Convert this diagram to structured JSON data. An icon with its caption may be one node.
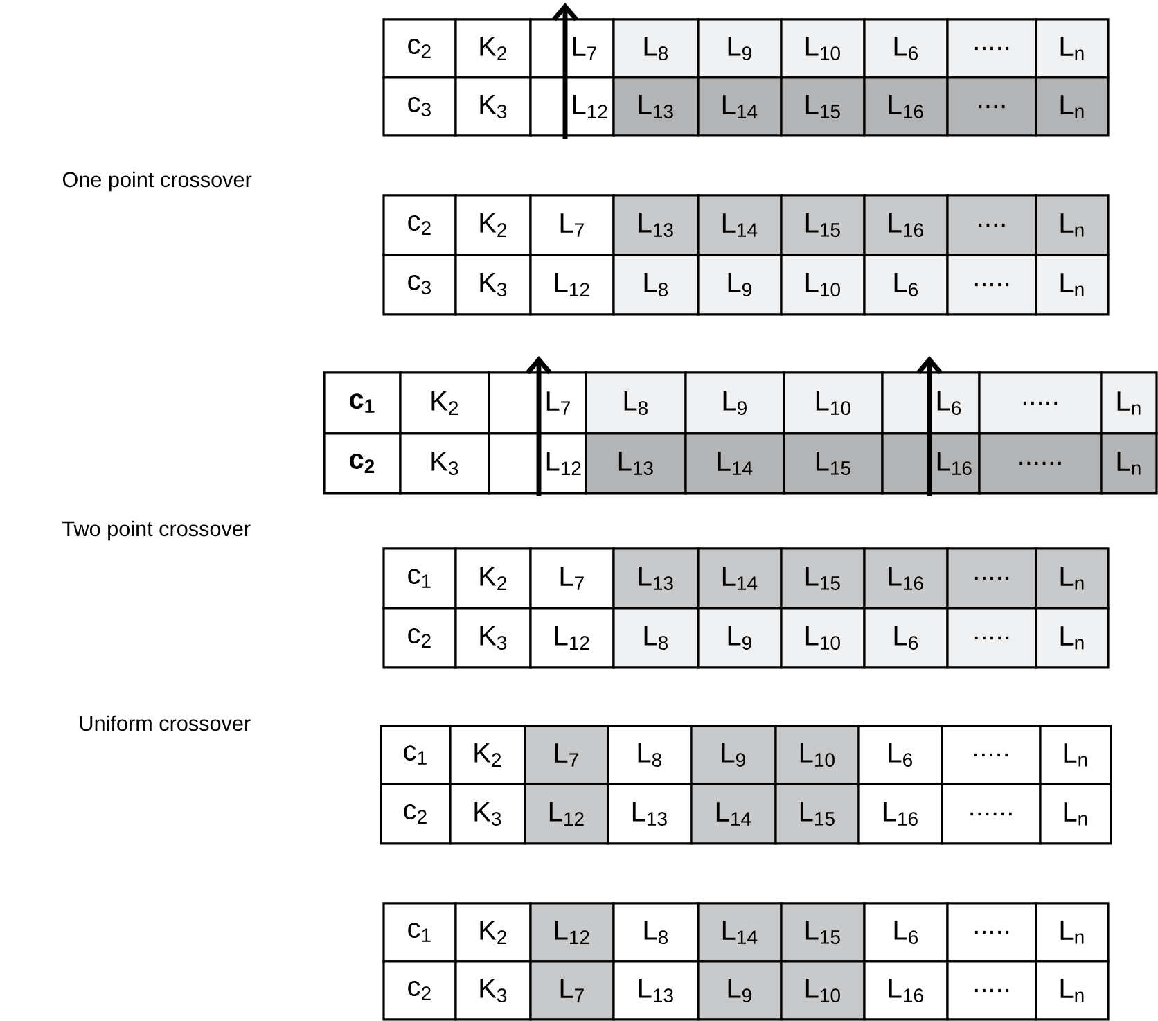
{
  "diagram": {
    "labels": [
      "c$_{2}$",
      "K$_{2}$",
      "L$_{7}$",
      "L$_{8}$",
      "L$_{9}$",
      "L$_{10}$",
      "L$_{6}$",
      ".....",
      "L$_{n}$",
      "c$_{3}$",
      "K$_{3}$",
      "L$_{12}$",
      "L$_{13}$",
      "L$_{14}$",
      "L$_{15}$",
      "L$_{16}$",
      "....",
      "L$_{n}$",
      "One point crossover",
      "c$_{2}$",
      "K$_{2}$",
      "L$_{7}$",
      "L$_{13}$",
      "L$_{14}$",
      "L$_{15}$",
      "L$_{16}$",
      "....",
      "L$_{n}$",
      "c$_{3}$",
      "K$_{3}$",
      "L$_{12}$",
      "L$_{8}$",
      "L$_{9}$",
      "L$_{10}$",
      "L$_{6}$",
      ".....",
      "L$_{n}$",
      "c$_{1}$",
      "K$_{2}$",
      "L$_{7}$",
      "L$_{8}$",
      "L$_{9}$",
      "L$_{10}$",
      "L$_{6}$",
      ".....",
      "L$_{n}$",
      "c$_{2}$",
      "K$_{3}$",
      "L$_{12}$",
      "L$_{13}$",
      "L$_{14}$",
      "L$_{15}$",
      "L$_{16}$",
      "......",
      "L$_{n}$",
      "Two point crossover",
      "c$_{1}$",
      "K$_{2}$",
      "L$_{7}$",
      "L$_{13}$",
      "L$_{14}$",
      "L$_{15}$",
      "L$_{16}$",
      ".....",
      "L$_{n}$",
      "c$_{2}$",
      "K$_{3}$",
      "L$_{12}$",
      "L$_{8}$",
      "L$_{9}$",
      "L$_{10}$",
      "L$_{6}$",
      ".....",
      "L$_{n}$",
      "c$_{1}$",
      "K$_{2}$",
      "L$_{7}$",
      "L$_{8}$",
      "L$_{9}$",
      "L$_{10}$",
      "L$_{6}$",
      ".....",
      "L$_{n}$",
      "c$_{2}$",
      "K$_{3}$",
      "L$_{12}$",
      "L$_{13}$",
      "L$_{14}$",
      "L$_{15}$",
      "L$_{16}$",
      "......",
      "L$_{n}$",
      "Uniform  crossover",
      "c$_{1}$",
      "K$_{2}$",
      "L$_{12}$",
      "L$_{8}$",
      "L$_{14}$",
      "L$_{15}$",
      "L$_{6}$",
      ".....",
      "L$_{n}$",
      "c$_{2}$",
      "K$_{3}$",
      "L$_{7}$",
      "L$_{13}$",
      "L$_{9}$",
      "L$_{10}$",
      "L$_{16}$",
      ".....",
      "L$_{n}$"
    ]
  }
}
